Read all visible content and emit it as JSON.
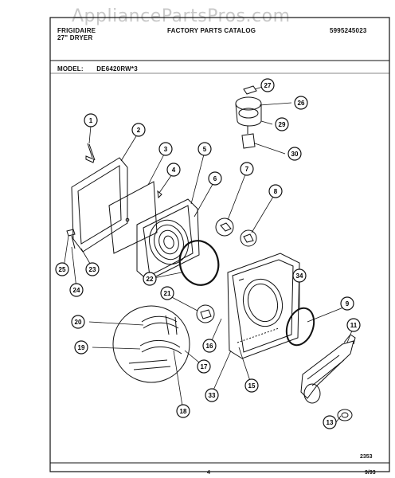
{
  "watermark": "AppliancePartsPros.com",
  "header": {
    "brand_line1": "FRIGIDAIRE",
    "brand_line2": "27\" DRYER",
    "catalog_title": "FACTORY PARTS CATALOG",
    "catalog_number": "5995245023"
  },
  "model": {
    "label": "MODEL:",
    "value": "DE6420RW*3"
  },
  "callouts": [
    "1",
    "2",
    "3",
    "4",
    "5",
    "6",
    "7",
    "8",
    "9",
    "11",
    "13",
    "15",
    "16",
    "17",
    "18",
    "19",
    "20",
    "21",
    "22",
    "23",
    "24",
    "25",
    "26",
    "27",
    "29",
    "30",
    "33",
    "34"
  ],
  "footer": {
    "code": "2353",
    "page": "4",
    "date": "9/93"
  }
}
